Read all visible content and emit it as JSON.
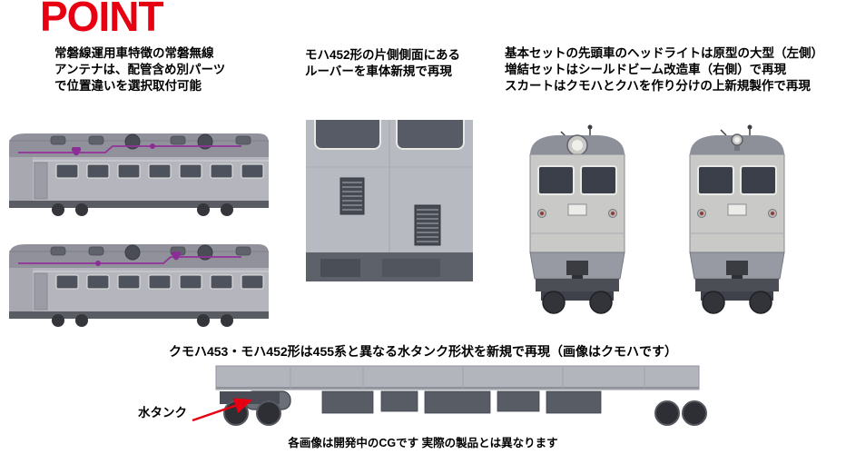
{
  "page": {
    "title": "POINT",
    "footer_note": "各画像は開発中のCGです 実際の製品とは異なります"
  },
  "colors": {
    "accent_red": "#e60012",
    "piping_purple": "#93319c",
    "body_gray": "#b5b6bd"
  },
  "sections": {
    "antenna": {
      "caption_lines": [
        "常磐線運用車特徴の常磐無線",
        "アンテナは、配管含め別パーツ",
        "で位置違いを選択取付可能"
      ],
      "images": [
        "side-view-cg-antenna-position-a",
        "side-view-cg-antenna-position-b"
      ]
    },
    "louver": {
      "caption_lines": [
        "モハ452形の片側側面にある",
        "ルーバーを車体新規で再現"
      ],
      "image": "body-side-louver-closeup-cg"
    },
    "headlight": {
      "caption_lines": [
        "基本セットの先頭車のヘッドライトは原型の大型（左側）",
        "増結セットはシールドビーム改造車（右側）で再現",
        "スカートはクモハとクハを作り分けの上新規製作で再現"
      ],
      "images": [
        "front-view-cg-large-headlight",
        "front-view-cg-shield-beam"
      ]
    },
    "water_tank": {
      "caption": "クモハ453・モハ452形は455系と異なる水タンク形状を新規で再現（画像はクモハです）",
      "label": "水タンク",
      "image": "underbody-side-cg"
    }
  }
}
